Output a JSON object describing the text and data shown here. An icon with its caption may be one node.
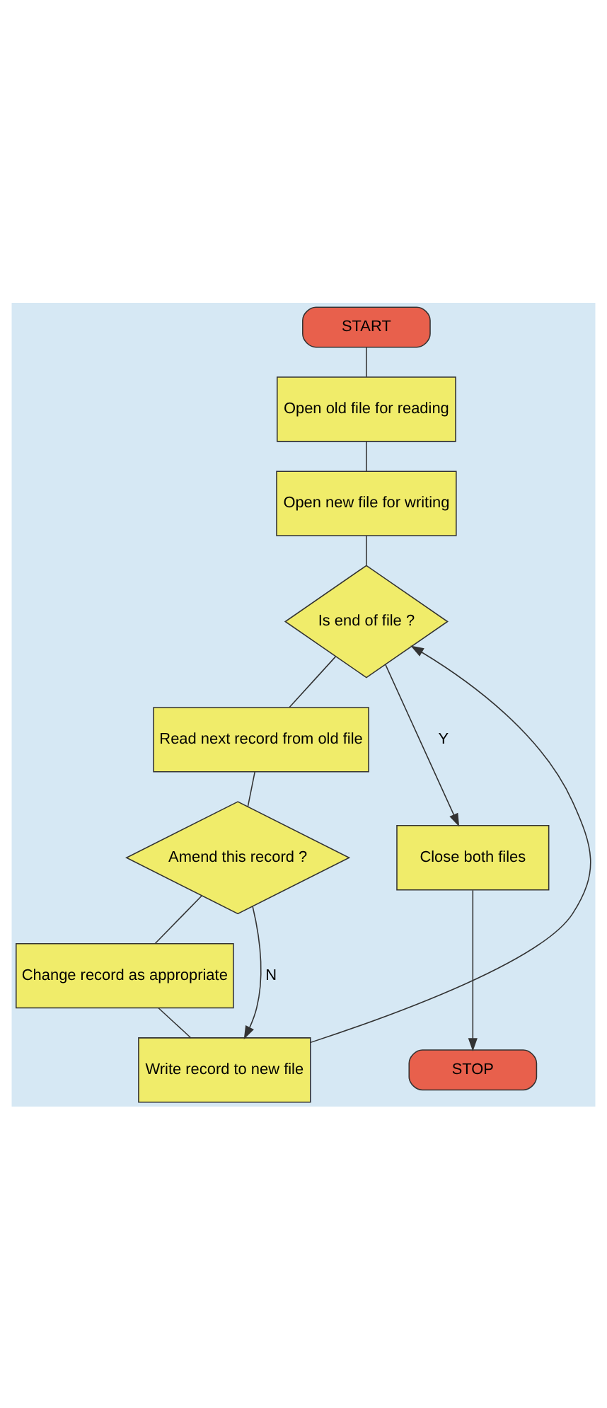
{
  "diagram": {
    "nodes": [
      {
        "text": [
          "START"
        ]
      },
      {
        "text": [
          "Open old file for reading"
        ]
      },
      {
        "text": [
          "Open new file for writing"
        ]
      },
      {
        "text": [
          "Is end of file ?"
        ]
      },
      {
        "text": [
          "Read next record from old file"
        ]
      },
      {
        "text": [
          "Amend this record ?"
        ]
      },
      {
        "text": [
          "Change record as appropriate"
        ]
      },
      {
        "text": [
          "Write record to new file"
        ]
      },
      {
        "text": [
          "Close both files"
        ]
      },
      {
        "text": [
          "STOP"
        ]
      }
    ],
    "edges": [
      {
        "from": 0,
        "to": 1,
        "arrow": "none"
      },
      {
        "from": 1,
        "to": 2,
        "arrow": "none"
      },
      {
        "from": 2,
        "to": 3,
        "arrow": "none"
      },
      {
        "from": 3,
        "to": 8,
        "arrow": "to",
        "label": "Y"
      },
      {
        "from": 3,
        "to": 4,
        "arrow": "none"
      },
      {
        "from": 4,
        "to": 5,
        "arrow": "none"
      },
      {
        "from": 5,
        "to": 6,
        "arrow": "none"
      },
      {
        "from": 5,
        "to": 7,
        "arrow": "to",
        "label": "N"
      },
      {
        "from": 6,
        "to": 7,
        "arrow": "none"
      },
      {
        "from": 7,
        "to": 3,
        "arrow": "to"
      },
      {
        "from": 8,
        "to": 9,
        "arrow": "to"
      }
    ]
  }
}
